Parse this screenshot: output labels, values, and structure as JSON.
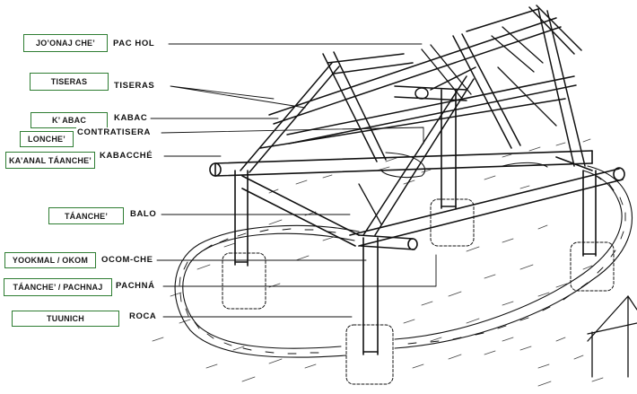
{
  "labels": [
    {
      "maya": "JO’ONAJ CHE’",
      "spanish": "PAC HOL"
    },
    {
      "maya": "TISERAS",
      "spanish": "TISERAS"
    },
    {
      "maya": "K’ ABAC",
      "spanish": "KABAC"
    },
    {
      "maya": "LONCHE’",
      "spanish": "CONTRATISERA"
    },
    {
      "maya": "KA’ANAL TÁANCHE’",
      "spanish": "KABACCHÉ"
    },
    {
      "maya": "TÁANCHE’",
      "spanish": "BALO"
    },
    {
      "maya": "YOOKMAL / OKOM",
      "spanish": "OCOM-CHE"
    },
    {
      "maya": "TÁANCHE’ / PACHNAJ",
      "spanish": "PACHNÁ"
    },
    {
      "maya": "TUUNICH",
      "spanish": "ROCA"
    }
  ],
  "colors": {
    "box_border": "#2e7d32",
    "ink": "#111111",
    "background": "#ffffff"
  }
}
